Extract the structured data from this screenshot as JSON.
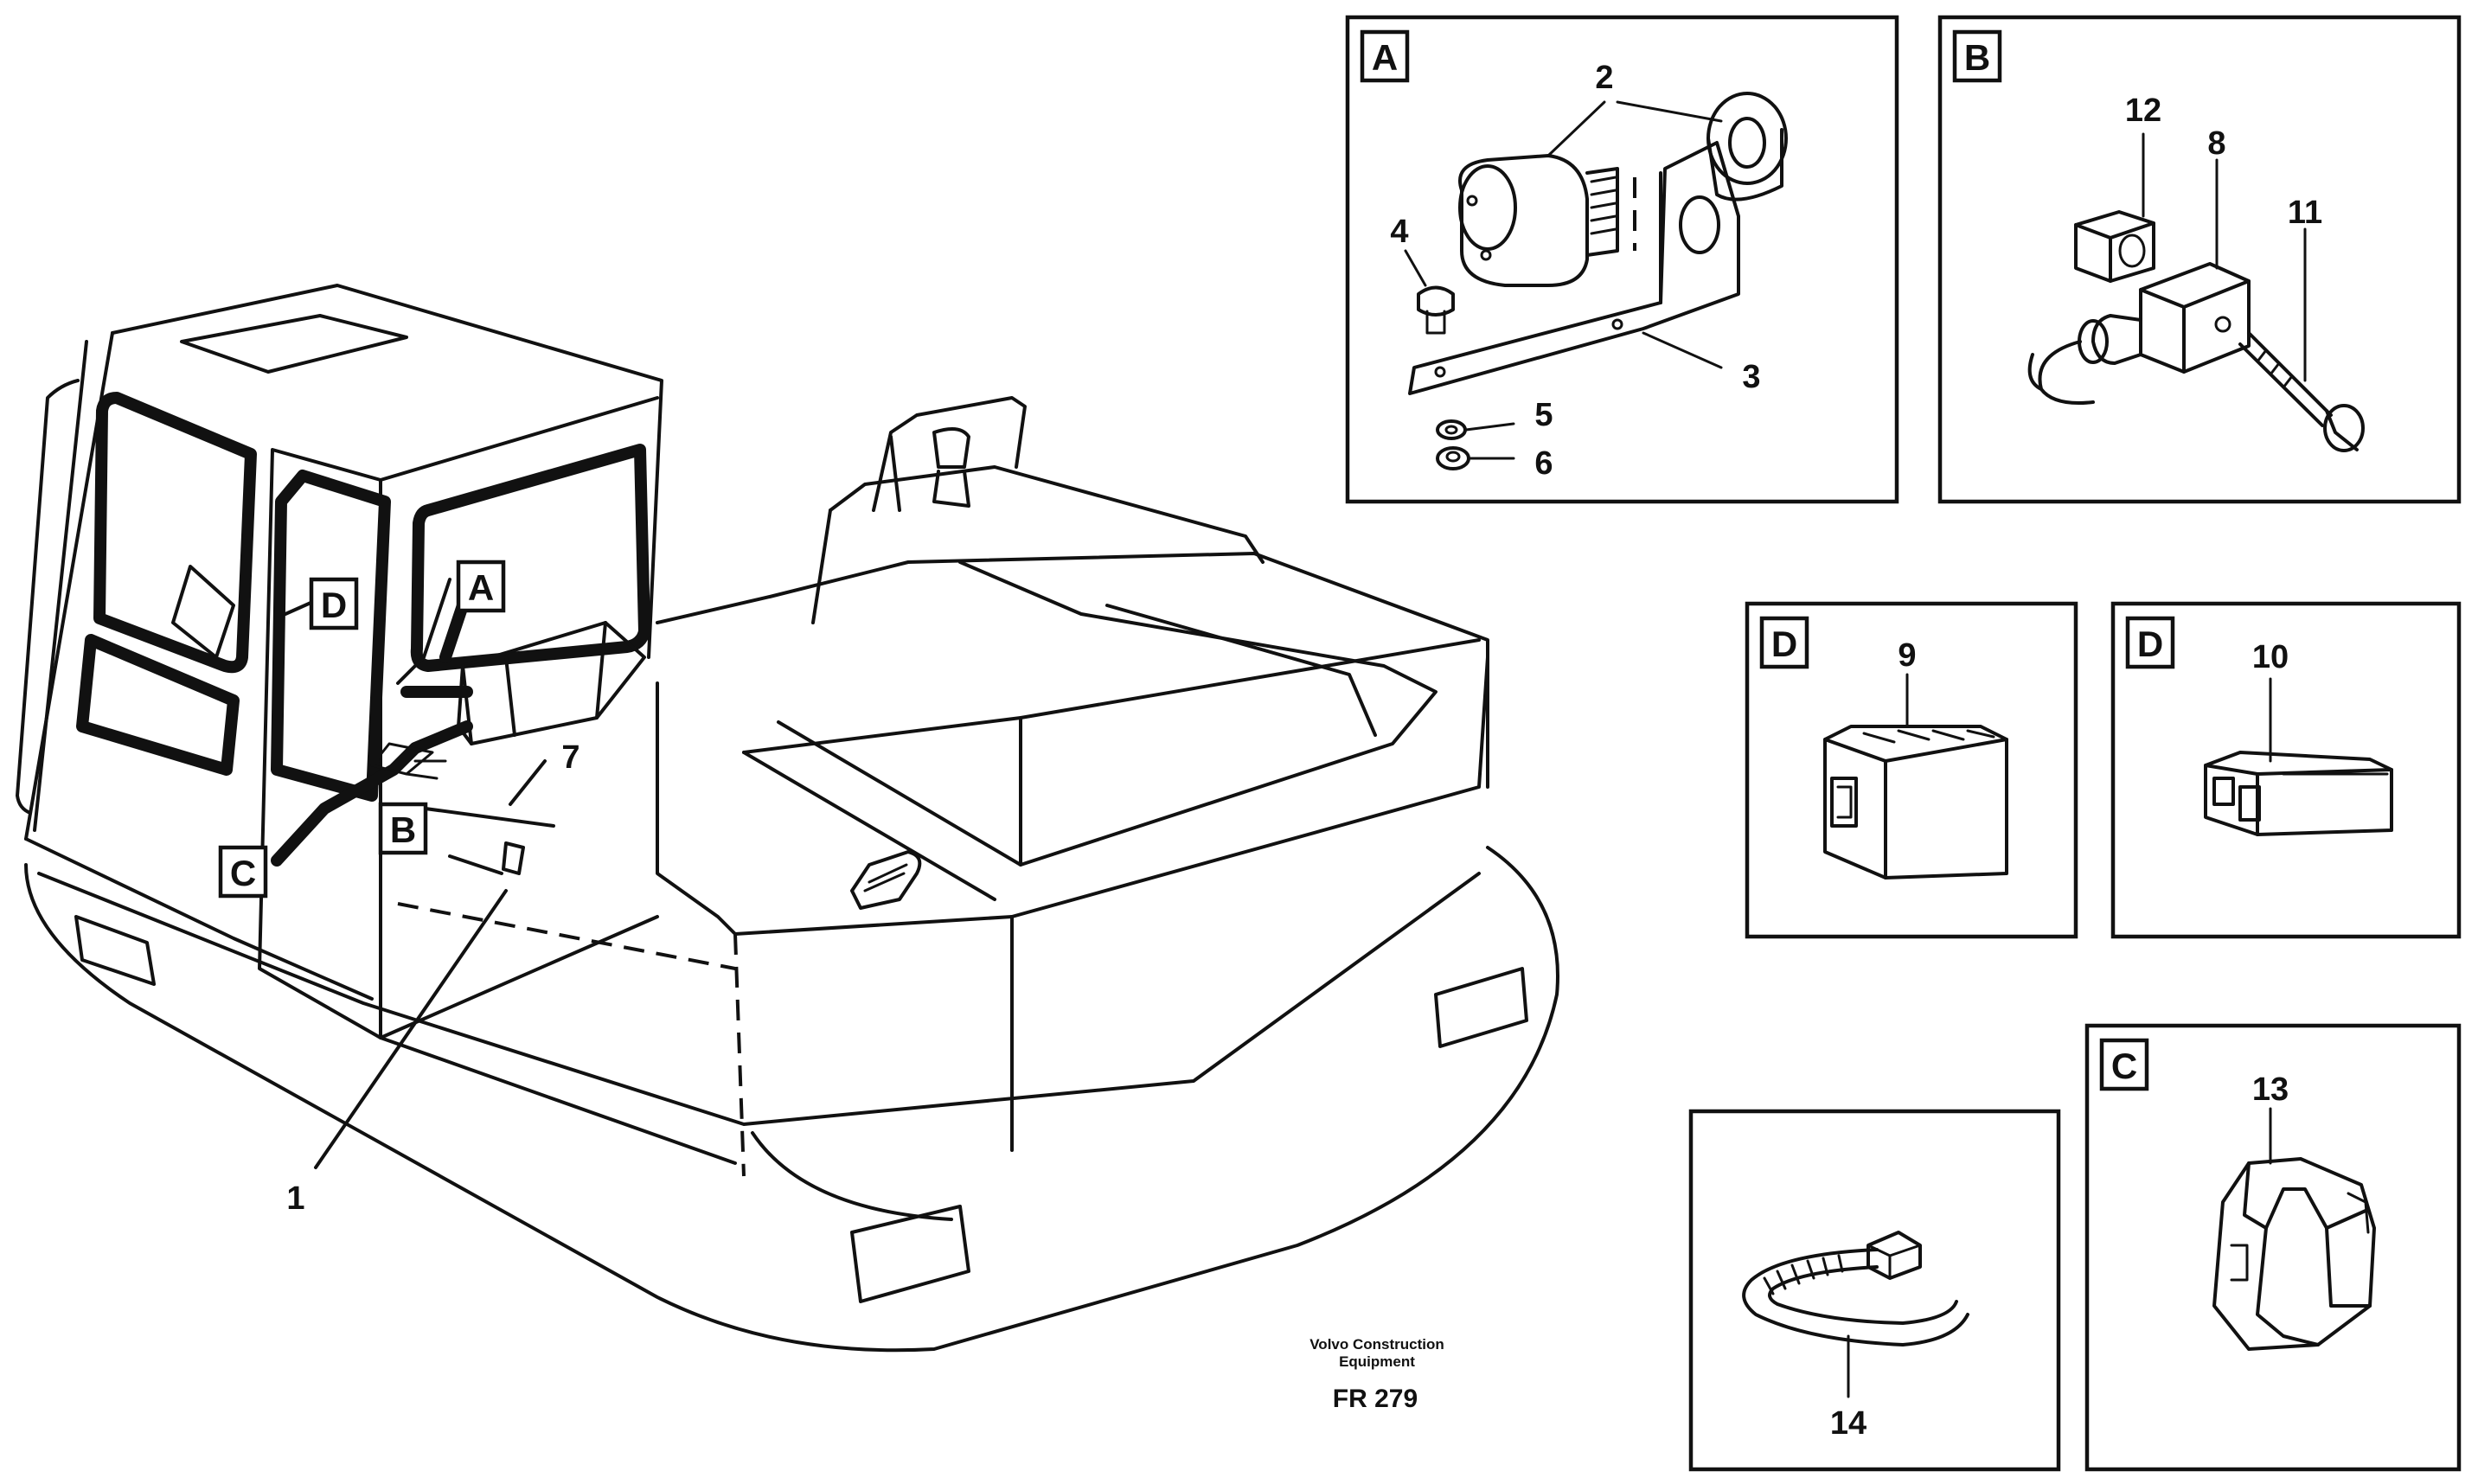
{
  "callouts": {
    "c1": "1",
    "c2": "2",
    "c3": "3",
    "c4": "4",
    "c5": "5",
    "c6": "6",
    "c7": "7",
    "c8": "8",
    "c9": "9",
    "c10": "10",
    "c11": "11",
    "c12": "12",
    "c13": "13",
    "c14": "14"
  },
  "view_tags": {
    "a": "A",
    "b": "B",
    "c": "C",
    "d": "D"
  },
  "caption": {
    "maker_line1": "Volvo Construction",
    "maker_line2": "Equipment",
    "figure_code": "FR 279"
  }
}
